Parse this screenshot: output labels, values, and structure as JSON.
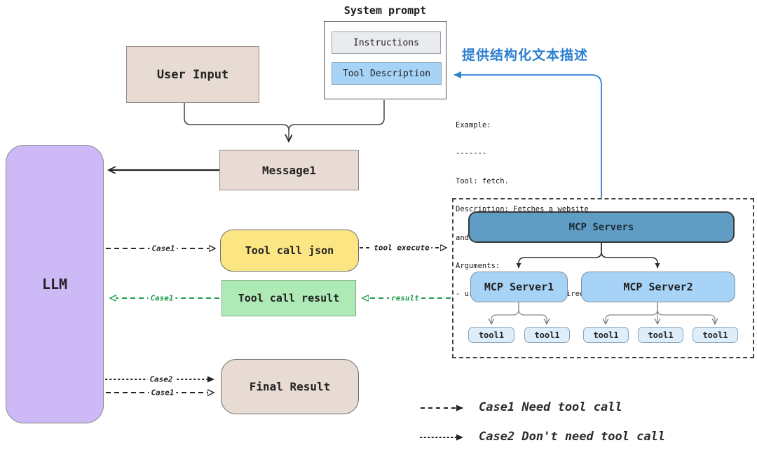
{
  "diagram": {
    "system_prompt": {
      "title": "System prompt",
      "instructions": "Instructions",
      "tool_description": "Tool Description"
    },
    "user_input": "User Input",
    "message1": "Message1",
    "llm": "LLM",
    "tool_call_json": "Tool call json",
    "tool_call_result": "Tool call result",
    "final_result": "Final Result",
    "annotation_cn": "提供结构化文本描述",
    "example_lines": [
      "Example:",
      "-------",
      "Tool: fetch.",
      "Description: Fetches a website",
      "and returns its content",
      "Arguments:",
      "- url: URL to fetch (required)"
    ],
    "mcp": {
      "servers": "MCP Servers",
      "server1": "MCP Server1",
      "server2": "MCP Server2",
      "tools": [
        "tool1",
        "tool1",
        "tool1",
        "tool1",
        "tool1"
      ]
    },
    "edges": {
      "llm_to_json": "Case1",
      "json_to_mcp": "tool execute",
      "mcp_to_result": "result",
      "result_to_llm": "Case1",
      "llm_to_final_case2": "Case2",
      "llm_to_final_case1": "Case1"
    },
    "legend": {
      "items": [
        {
          "style": "dashed",
          "label": "Case1 Need tool call"
        },
        {
          "style": "dotted",
          "label": "Case2 Don't need tool call"
        }
      ]
    },
    "colors": {
      "accent_blue": "#2e7fd0",
      "llm_purple": "#ccb9f5",
      "beige": "#e7dbd3",
      "yellow": "#fce583",
      "result_green": "#aeeab6",
      "steel_blue": "#5f9dc5",
      "light_blue": "#a7d3f7",
      "pale_blue": "#ddedfa",
      "instructions_gray": "#e9ebee",
      "green_arrow": "#1d9e4b"
    }
  }
}
